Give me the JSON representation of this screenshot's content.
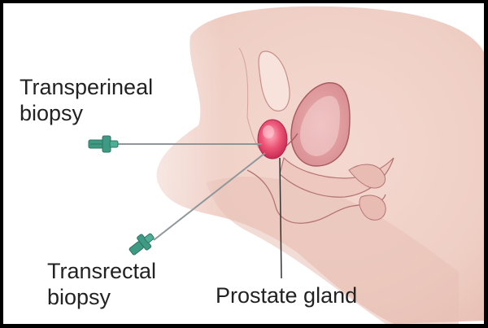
{
  "labels": {
    "transperineal_line1": "Transperineal",
    "transperineal_line2": "biopsy",
    "transrectal_line1": "Transrectal",
    "transrectal_line2": "biopsy",
    "prostate": "Prostate gland"
  },
  "colors": {
    "background": "#ffffff",
    "frame": "#000000",
    "skin": "#f2d4cc",
    "skin_shadow": "#e4b3a8",
    "organ_outline": "#b06a6a",
    "prostate": "#e8456b",
    "needle": "#9ca4a8",
    "needle_hub": "#3f9a83",
    "leader_line": "#333333",
    "text": "#222222"
  }
}
